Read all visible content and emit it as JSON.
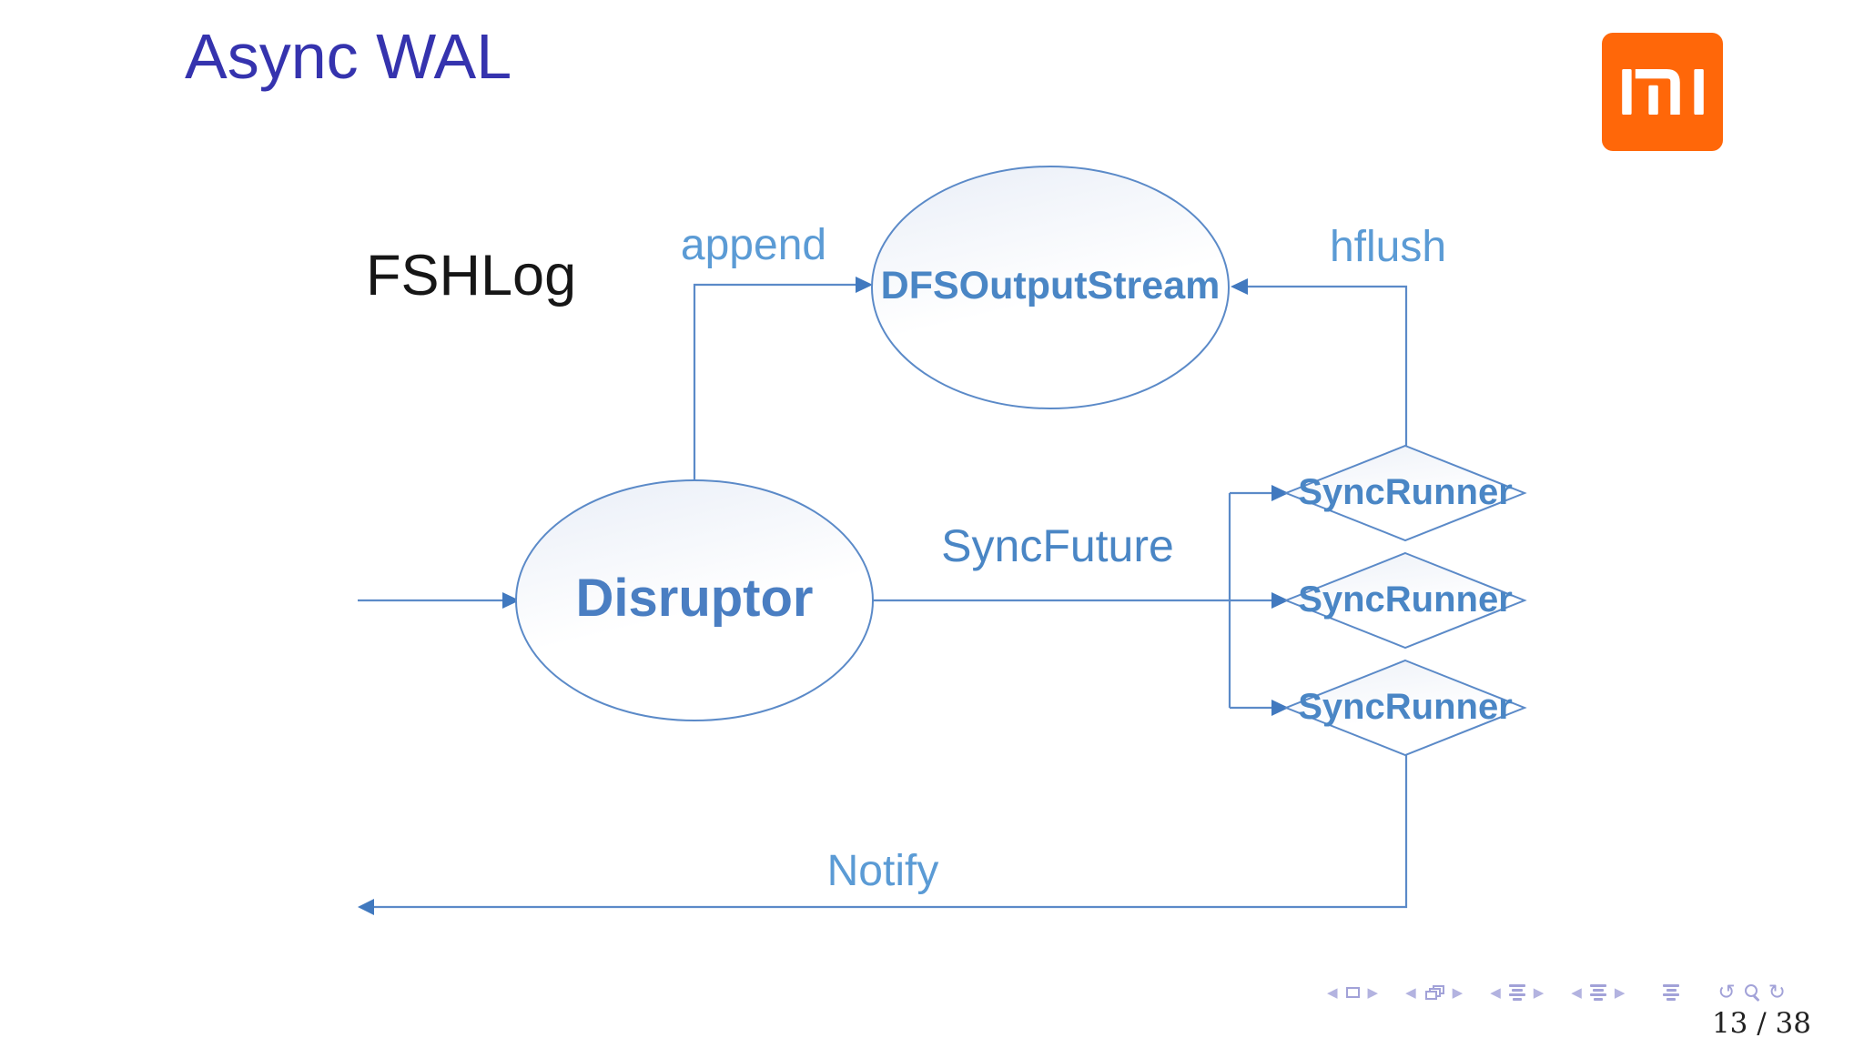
{
  "slide": {
    "title": "Async WAL",
    "background": "#ffffff"
  },
  "logo": {
    "name": "xiaomi-mi-logo",
    "color": "#ff6709"
  },
  "diagram": {
    "caption_label": "FSHLog",
    "nodes": {
      "dfs_output_stream": {
        "label": "DFSOutputStream",
        "shape": "ellipse"
      },
      "disruptor": {
        "label": "Disruptor",
        "shape": "ellipse"
      },
      "sync_runner_1": {
        "label": "SyncRunner",
        "shape": "diamond"
      },
      "sync_runner_2": {
        "label": "SyncRunner",
        "shape": "diamond"
      },
      "sync_runner_3": {
        "label": "SyncRunner",
        "shape": "diamond"
      }
    },
    "edges": {
      "append": {
        "label": "append",
        "from": "Disruptor",
        "to": "DFSOutputStream"
      },
      "hflush": {
        "label": "hflush",
        "from": "SyncRunner",
        "to": "DFSOutputStream"
      },
      "sync_future": {
        "label": "SyncFuture",
        "from": "Disruptor",
        "to": "SyncRunner"
      },
      "notify": {
        "label": "Notify",
        "from": "SyncRunner",
        "to": "left"
      }
    },
    "colors": {
      "line": "#5b8ac8",
      "node_text": "#4a86c5",
      "edge_text": "#5b9bd5",
      "title_text": "#3533ae",
      "logo_orange": "#ff6709",
      "nav_icons": "#a2a2d8"
    }
  },
  "footer": {
    "page_indicator": "13 / 38",
    "nav_glyphs": {
      "prev": "◀",
      "next": "▶",
      "undo": "↺",
      "redo": "↻"
    },
    "icons": [
      "prev-frame",
      "frame",
      "next-frame",
      "prev-group",
      "frame-stack",
      "next-group",
      "prev-section",
      "section-outline",
      "next-section",
      "prev-subsection",
      "subsection-outline",
      "next-subsection",
      "appendix-outline",
      "undo",
      "search",
      "redo"
    ]
  }
}
